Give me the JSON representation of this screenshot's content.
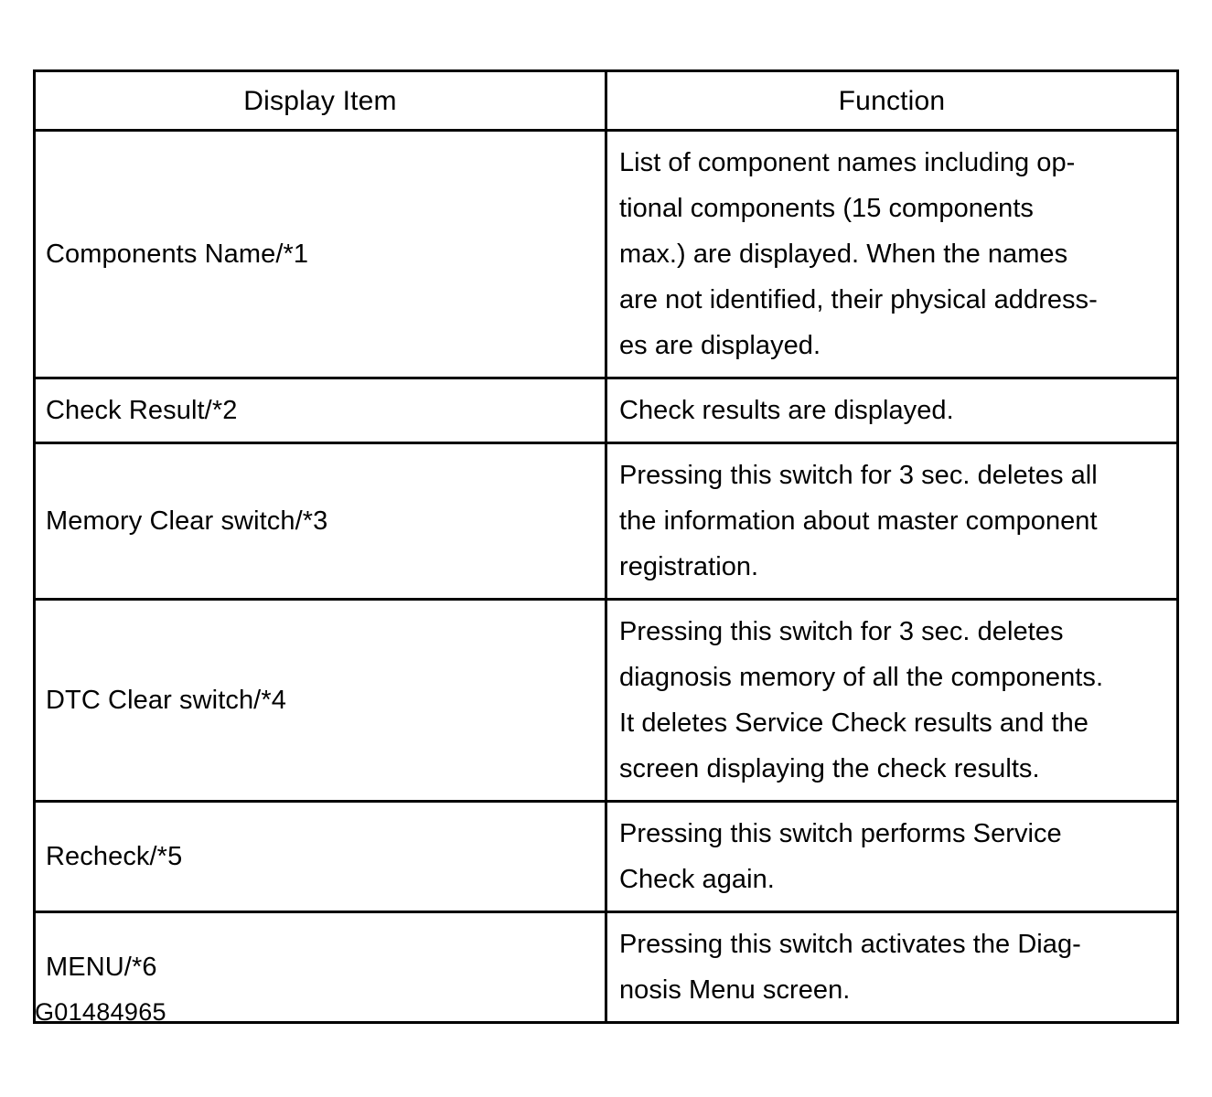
{
  "figure": {
    "id_label": "G01484965"
  },
  "table": {
    "headers": {
      "item": "Display Item",
      "function": "Function"
    },
    "rows": [
      {
        "item": "Components Name/*1",
        "function_lines": [
          "List of component names including op-",
          "tional components (15 components",
          "max.) are displayed. When the names",
          "are not identified, their physical address-",
          "es are displayed."
        ]
      },
      {
        "item": "Check Result/*2",
        "function_lines": [
          "Check results are displayed."
        ]
      },
      {
        "item": "Memory Clear switch/*3",
        "function_lines": [
          "Pressing this switch for 3 sec. deletes all",
          "the information about master component",
          "registration."
        ]
      },
      {
        "item": "DTC Clear switch/*4",
        "function_lines": [
          "Pressing this switch for 3 sec. deletes",
          "diagnosis memory of all the components.",
          "It deletes Service Check results and the",
          "screen displaying the check results."
        ]
      },
      {
        "item": "Recheck/*5",
        "function_lines": [
          "Pressing this switch performs Service",
          "Check again."
        ]
      },
      {
        "item": "MENU/*6",
        "function_lines": [
          "Pressing this switch activates the Diag-",
          "nosis Menu screen."
        ]
      }
    ]
  }
}
